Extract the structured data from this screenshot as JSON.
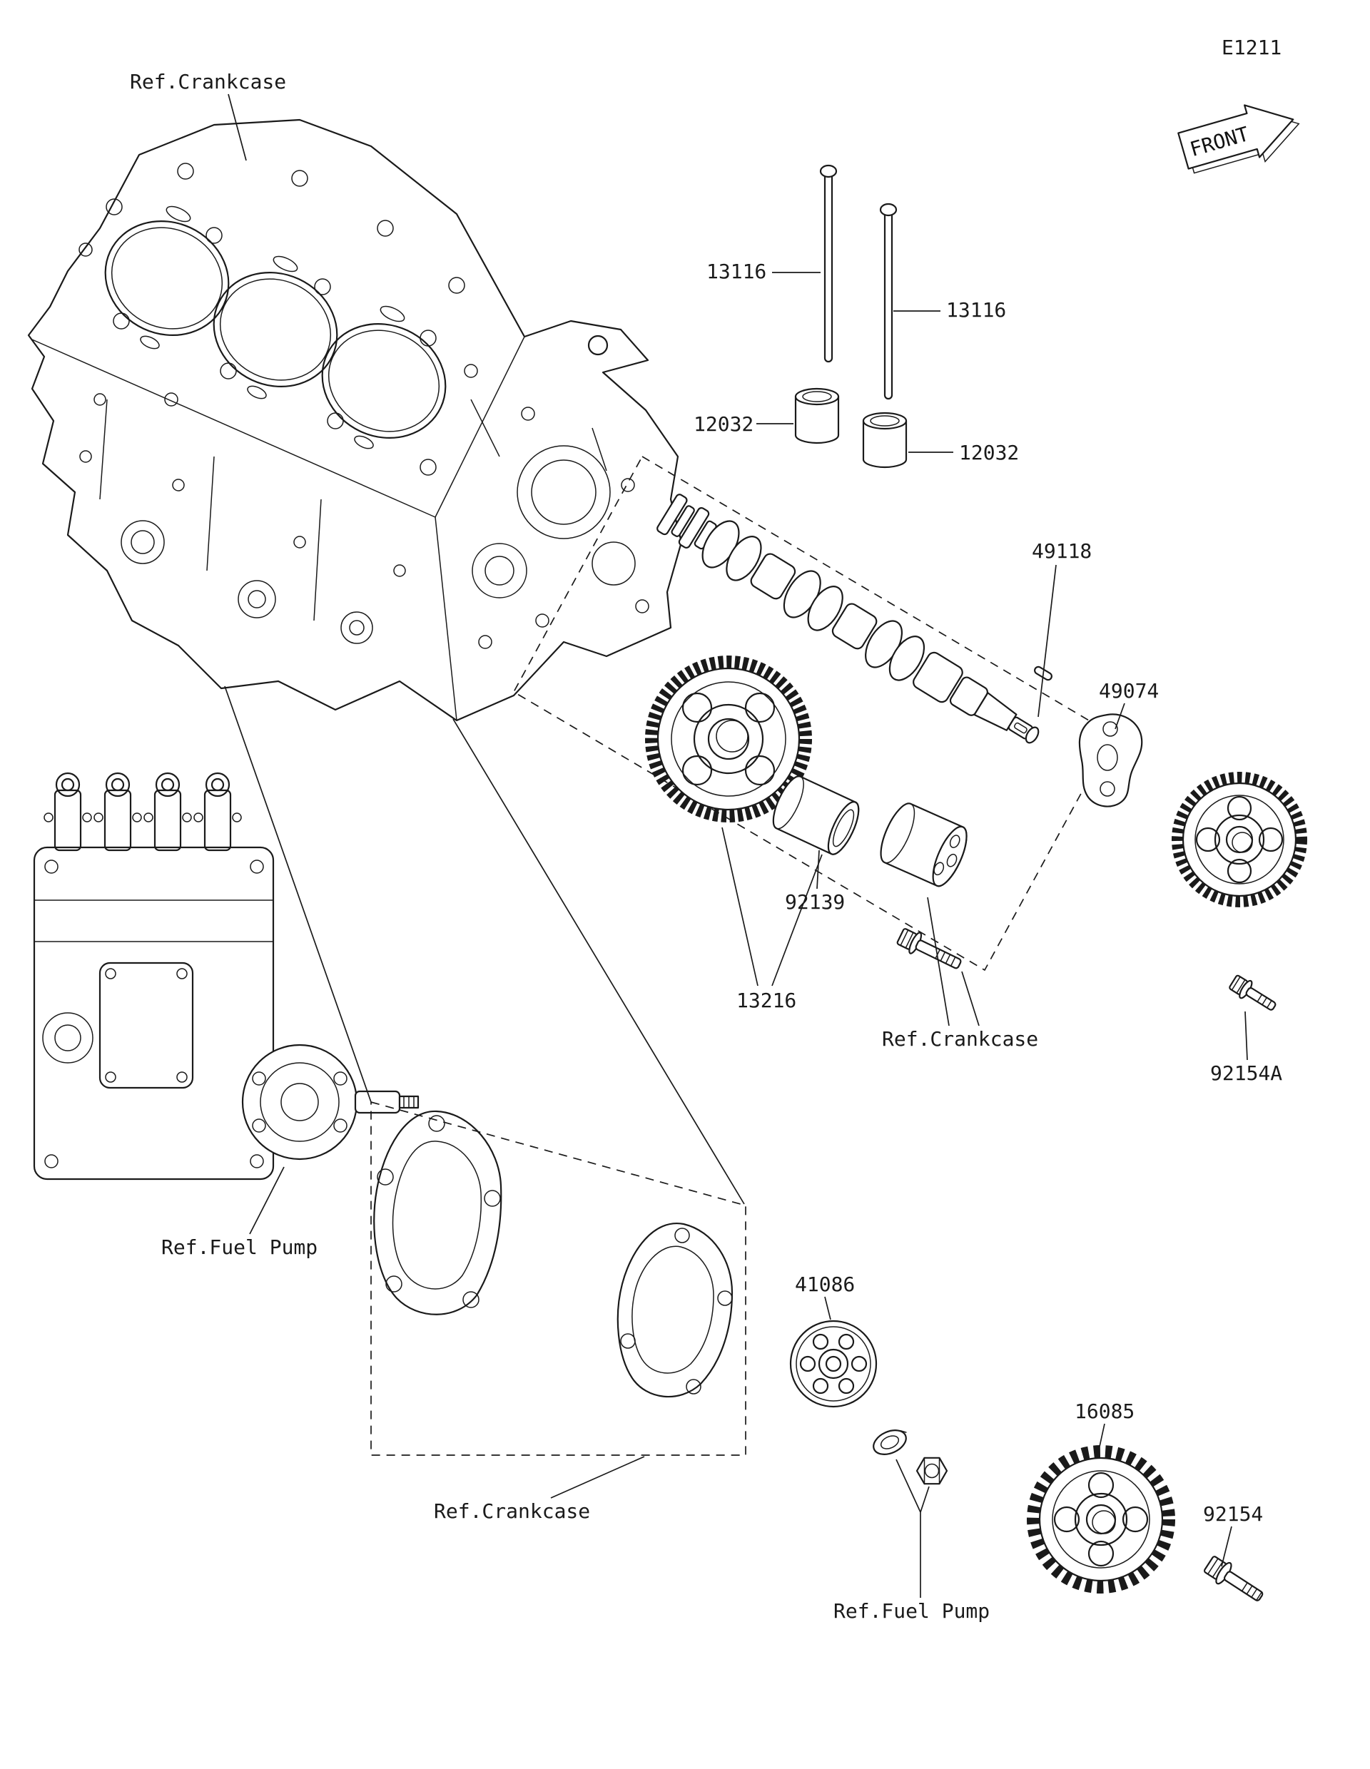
{
  "page": {
    "code": "E1211",
    "front_label": "FRONT"
  },
  "labels": {
    "ref_crankcase_top": "Ref.Crankcase",
    "part_13116_a": "13116",
    "part_13116_b": "13116",
    "part_12032_a": "12032",
    "part_12032_b": "12032",
    "part_49118": "49118",
    "part_49074": "49074",
    "part_92139": "92139",
    "part_13216": "13216",
    "ref_crankcase_mid": "Ref.Crankcase",
    "part_92154a": "92154A",
    "ref_fuel_pump_left": "Ref.Fuel Pump",
    "part_41086": "41086",
    "ref_crankcase_bottom": "Ref.Crankcase",
    "part_16085": "16085",
    "part_92154": "92154",
    "ref_fuel_pump_bottom": "Ref.Fuel Pump"
  }
}
